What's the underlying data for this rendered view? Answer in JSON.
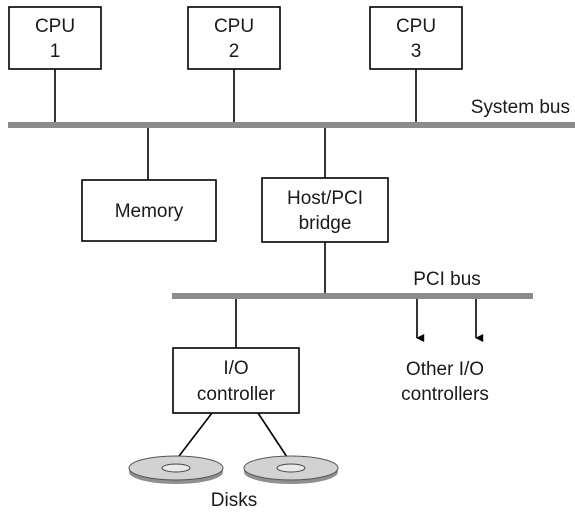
{
  "cpus": [
    {
      "line1": "CPU",
      "line2": "1"
    },
    {
      "line1": "CPU",
      "line2": "2"
    },
    {
      "line1": "CPU",
      "line2": "3"
    }
  ],
  "system_bus": {
    "label": "System bus"
  },
  "memory": {
    "label": "Memory"
  },
  "bridge": {
    "line1": "Host/PCI",
    "line2": "bridge"
  },
  "pci_bus": {
    "label": "PCI bus"
  },
  "io_controller": {
    "line1": "I/O",
    "line2": "controller"
  },
  "other_io": {
    "line1": "Other I/O",
    "line2": "controllers"
  },
  "disks": {
    "label": "Disks"
  }
}
